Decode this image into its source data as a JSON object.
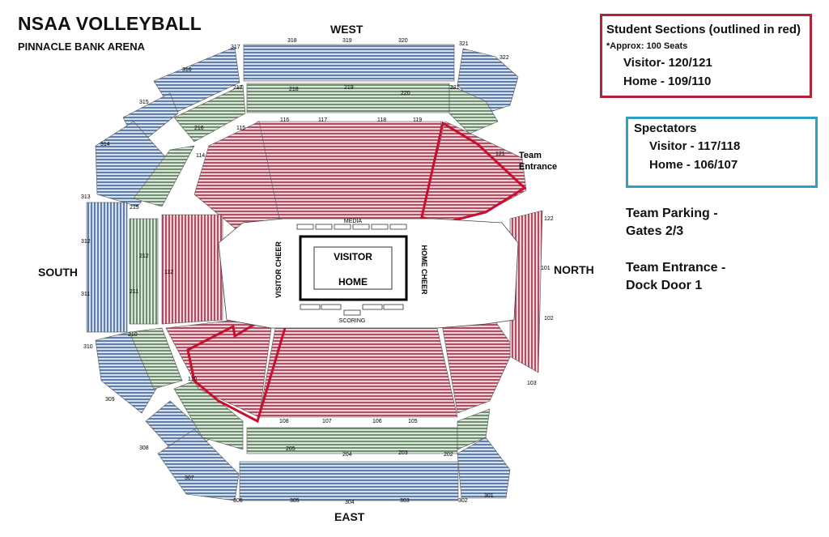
{
  "header": {
    "title": "NSAA VOLLEYBALL",
    "subtitle": "PINNACLE BANK ARENA"
  },
  "directions": {
    "west": "WEST",
    "east": "EAST",
    "south": "SOUTH",
    "north": "NORTH"
  },
  "student_box": {
    "heading": "Student Sections (outlined in red)",
    "note": "*Approx: 100 Seats",
    "visitor": "Visitor- 120/121",
    "home": "Home - 109/110",
    "border_color": "#b0233a"
  },
  "spectator_box": {
    "heading": "Spectators",
    "visitor": "Visitor - 117/118",
    "home": "Home - 106/107",
    "border_color": "#2aa0c8"
  },
  "info": {
    "parking_line1": "Team Parking -",
    "parking_line2": "Gates 2/3",
    "entrance_line1": "Team Entrance -",
    "entrance_line2": "Dock Door 1"
  },
  "arena": {
    "court_top": "VISITOR",
    "court_bottom": "HOME",
    "visitor_cheer": "VISITOR CHEER",
    "home_cheer": "HOME CHEER",
    "media": "MEDIA",
    "scoring": "SCORING",
    "team_entrance_line1": "Team",
    "team_entrance_line2": "Entrance",
    "colors": {
      "lower_bowl": "#b04e64",
      "mid_tier": "#6f8f6f",
      "upper_tier": "#5f7fa6",
      "student_outline": "#c8102e"
    },
    "sections": {
      "s318": "318",
      "s319": "319",
      "s320": "320",
      "s321": "321",
      "s322": "322",
      "s317": "317",
      "s316": "316",
      "s315": "315",
      "s314": "314",
      "s313": "313",
      "s312": "312",
      "s311": "311",
      "s310": "310",
      "s309": "309",
      "s308": "308",
      "s307": "307",
      "s306": "306",
      "s305": "305",
      "s304": "304",
      "s303": "303",
      "s302": "302",
      "s301": "301",
      "s218": "218",
      "s219": "219",
      "s220": "220",
      "s221": "221",
      "s217": "217",
      "s216": "216",
      "s215": "215",
      "s212": "212",
      "s211": "211",
      "s210": "210",
      "s205": "205",
      "s204": "204",
      "s203": "203",
      "s202": "202",
      "s116": "116",
      "s117": "117",
      "s118": "118",
      "s119": "119",
      "s114": "114",
      "s115": "115",
      "s121": "121",
      "s122": "122",
      "s112": "112",
      "s110": "110",
      "s108": "108",
      "s107": "107",
      "s106": "106",
      "s105": "105",
      "s103": "103",
      "s102": "102",
      "s101": "101"
    }
  }
}
